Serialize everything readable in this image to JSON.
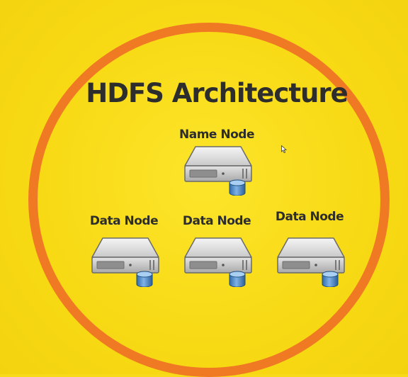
{
  "title": "HDFS Architecture",
  "nodes": {
    "name_node": {
      "label": "Name Node",
      "icon": "server-database-icon"
    },
    "data_nodes": [
      {
        "label": "Data Node",
        "icon": "server-database-icon"
      },
      {
        "label": "Data Node",
        "icon": "server-database-icon"
      },
      {
        "label": "Data Node",
        "icon": "server-database-icon"
      }
    ]
  },
  "colors": {
    "background": "#f8da1a",
    "ring": "#f07a24",
    "text": "#2d2d2d",
    "database": "#4a86c5"
  }
}
